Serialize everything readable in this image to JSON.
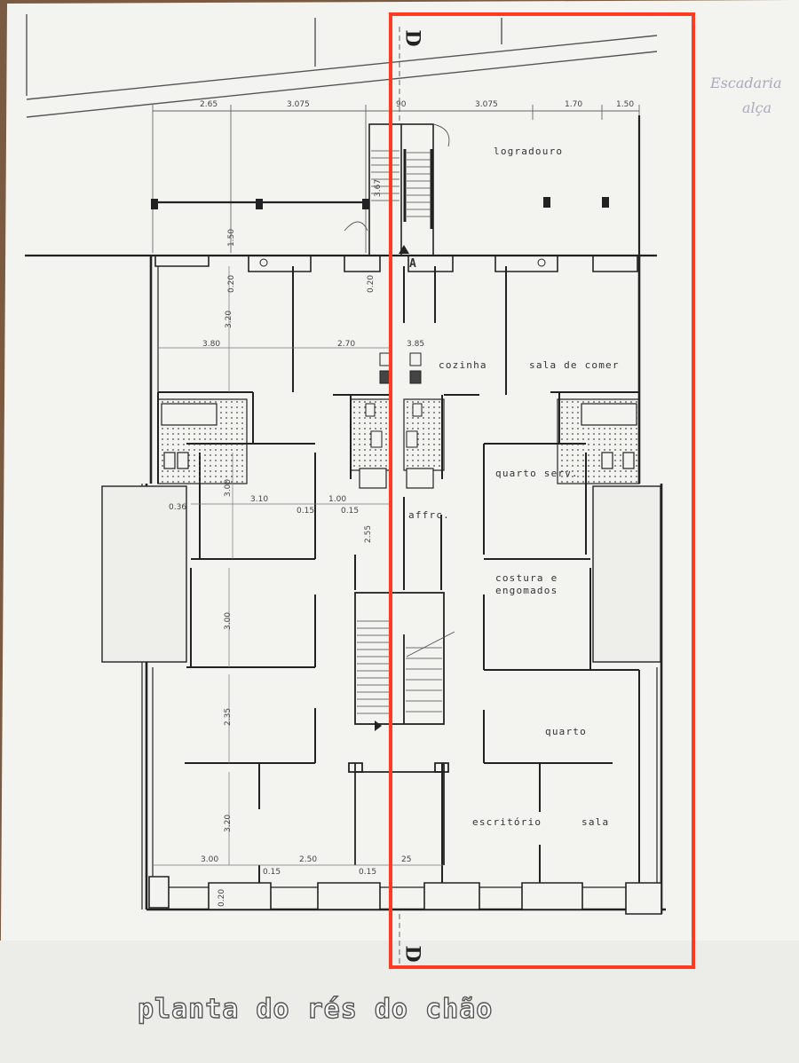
{
  "plan": {
    "title": "planta do rés do chão",
    "section_marker": "A",
    "section_letter_top": "D",
    "section_letter_bottom": "D",
    "rooms": {
      "logradouro": "logradouro",
      "cozinha": "cozinha",
      "sala_de_comer": "sala de comer",
      "quarto_serv": "quarto serv.",
      "affrc": "affrc.",
      "costura_line1": "costura e",
      "costura_line2": "engomados",
      "quarto": "quarto",
      "escritorio": "escritório",
      "sala": "sala"
    },
    "top_dimensions": [
      "2.65",
      "3.075",
      "90",
      "3.075",
      "1.70",
      "1.50"
    ],
    "dimensions": {
      "d_320_a": "3.20",
      "d_380": "3.80",
      "d_270": "2.70",
      "d_385": "3.85",
      "d_300_a": "3.00",
      "d_310": "3.10",
      "d_100": "1.00",
      "d_015_a": "0.15",
      "d_015_b": "0.15",
      "d_300_b": "3.00",
      "d_235": "2.35",
      "d_320_b": "3.20",
      "d_300_c": "3.00",
      "d_250": "2.50",
      "d_015_c": "0.15",
      "d_015_d": "0.15",
      "d_25": "25",
      "d_150": "1.50",
      "d_020_a": "0.20",
      "d_020_b": "0.20",
      "d_255": "2.55",
      "d_036": "0.36",
      "d_020_c": "0.20",
      "d_367": "3.67"
    },
    "margin_note_line1": "Escadaria",
    "margin_note_line2": "alça"
  },
  "colors": {
    "paper": "#f4f4f1",
    "ink": "#2a2a2a",
    "highlight": "#ff3b22",
    "background": "#7a5a40"
  }
}
